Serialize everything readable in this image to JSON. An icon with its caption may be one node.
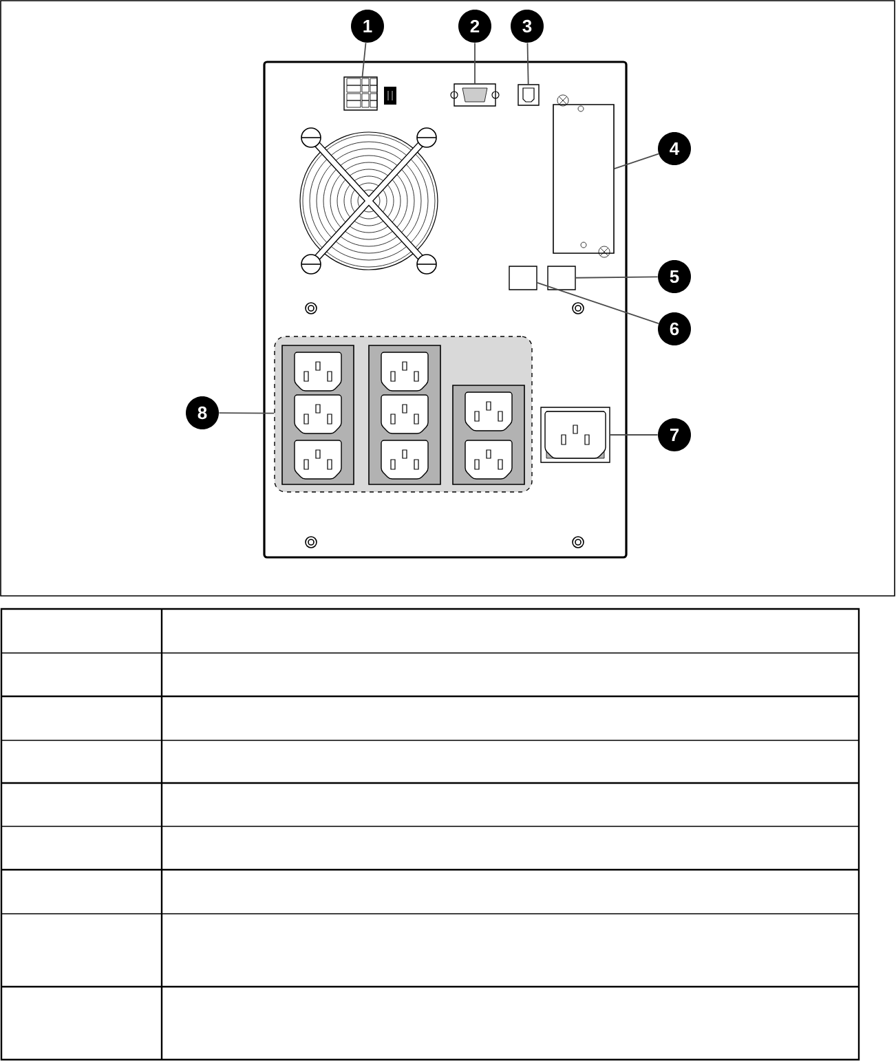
{
  "diagram": {
    "nodes": [
      {
        "text": [
          "1"
        ]
      },
      {
        "text": [
          "2"
        ]
      },
      {
        "text": [
          "3"
        ]
      },
      {
        "text": [
          "4"
        ]
      },
      {
        "text": [
          "5"
        ]
      },
      {
        "text": [
          "6"
        ]
      },
      {
        "text": [
          "7"
        ]
      },
      {
        "text": [
          "8"
        ]
      },
      {
        "text": [],
        "shape": "box"
      },
      {
        "text": [],
        "shape": "box"
      },
      {
        "text": [],
        "shape": "box"
      },
      {
        "text": [],
        "shape": "box"
      },
      {
        "text": [],
        "shape": "box"
      },
      {
        "text": [],
        "shape": "box"
      },
      {
        "text": [],
        "shape": "box"
      },
      {
        "text": [],
        "shape": "box"
      }
    ],
    "edges": [
      {
        "from": 0,
        "to": 8,
        "arrow": "none"
      },
      {
        "from": 1,
        "to": 9,
        "arrow": "none"
      },
      {
        "from": 2,
        "to": 10,
        "arrow": "none"
      },
      {
        "from": 3,
        "to": 11,
        "arrow": "none"
      },
      {
        "from": 4,
        "to": 12,
        "arrow": "none"
      },
      {
        "from": 5,
        "to": 13,
        "arrow": "none"
      },
      {
        "from": 6,
        "to": 14,
        "arrow": "none"
      },
      {
        "from": 7,
        "to": 15,
        "arrow": "none"
      }
    ]
  }
}
